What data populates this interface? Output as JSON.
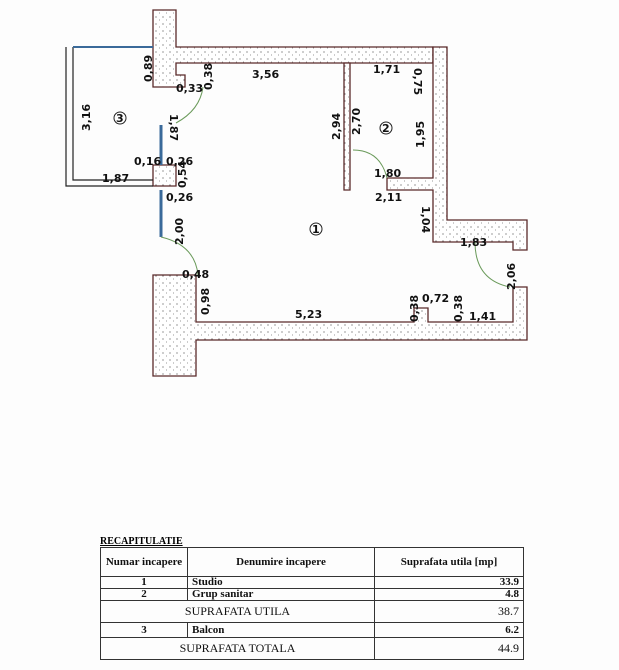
{
  "plan": {
    "rooms": [
      "1",
      "2",
      "3"
    ],
    "dimensions": [
      "0,89",
      "0,38",
      "3,56",
      "1,71",
      "0,75",
      "0,33",
      "3,16",
      "1,87",
      "2,94",
      "2,70",
      "1,95",
      "0,16",
      "0,26",
      "0,54",
      "1,80",
      "1,87",
      "0,26",
      "2,11",
      "1,04",
      "2,00",
      "1,83",
      "0,48",
      "2,06",
      "0,98",
      "5,23",
      "0,38",
      "0,72",
      "0,38",
      "1,41"
    ]
  },
  "table": {
    "title": "RECAPITULATIE",
    "headers": [
      "Numar incapere",
      "Denumire incapere",
      "Suprafata utila [mp]"
    ],
    "rows": [
      {
        "nr": "1",
        "name": "Studio",
        "area": "33.9"
      },
      {
        "nr": "2",
        "name": "Grup sanitar",
        "area": "4.8"
      }
    ],
    "utila": {
      "label": "SUPRAFATA UTILA",
      "area": "38.7"
    },
    "balcony": {
      "nr": "3",
      "name": "Balcon",
      "area": "6.2"
    },
    "totala": {
      "label": "SUPRAFATA TOTALA",
      "area": "44.9"
    }
  }
}
